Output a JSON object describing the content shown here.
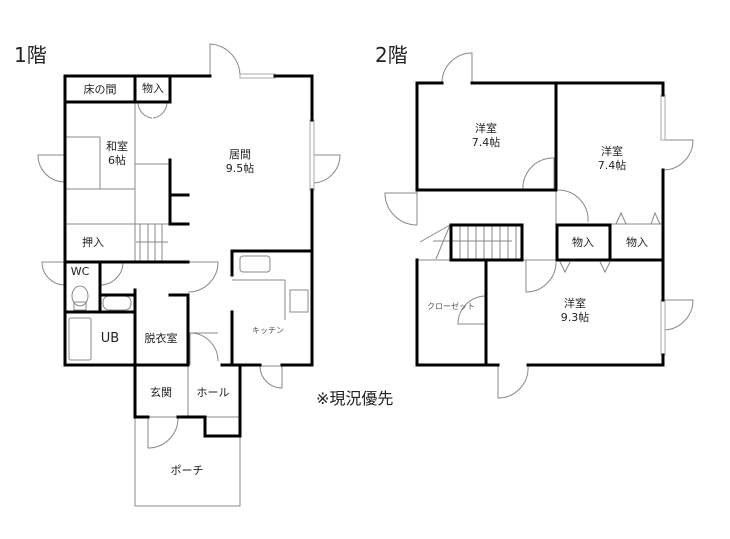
{
  "floor1": {
    "title": "1階",
    "rooms": {
      "tokonoma": "床の間",
      "storage": "物入",
      "washitsu": "和室",
      "washitsu_size": "6帖",
      "living": "居間",
      "living_size": "9.5帖",
      "oshiire": "押入",
      "wc": "WC",
      "ub": "UB",
      "dressing": "脱衣室",
      "kitchen": "キッチン",
      "genkan": "玄関",
      "hall": "ホール",
      "porch": "ポーチ"
    }
  },
  "floor2": {
    "title": "2階",
    "rooms": {
      "room1": "洋室",
      "room1_size": "7.4帖",
      "room2": "洋室",
      "room2_size": "7.4帖",
      "storage1": "物入",
      "storage2": "物入",
      "closet": "クローゼット",
      "room3": "洋室",
      "room3_size": "9.3帖"
    }
  },
  "note": "※現況優先"
}
